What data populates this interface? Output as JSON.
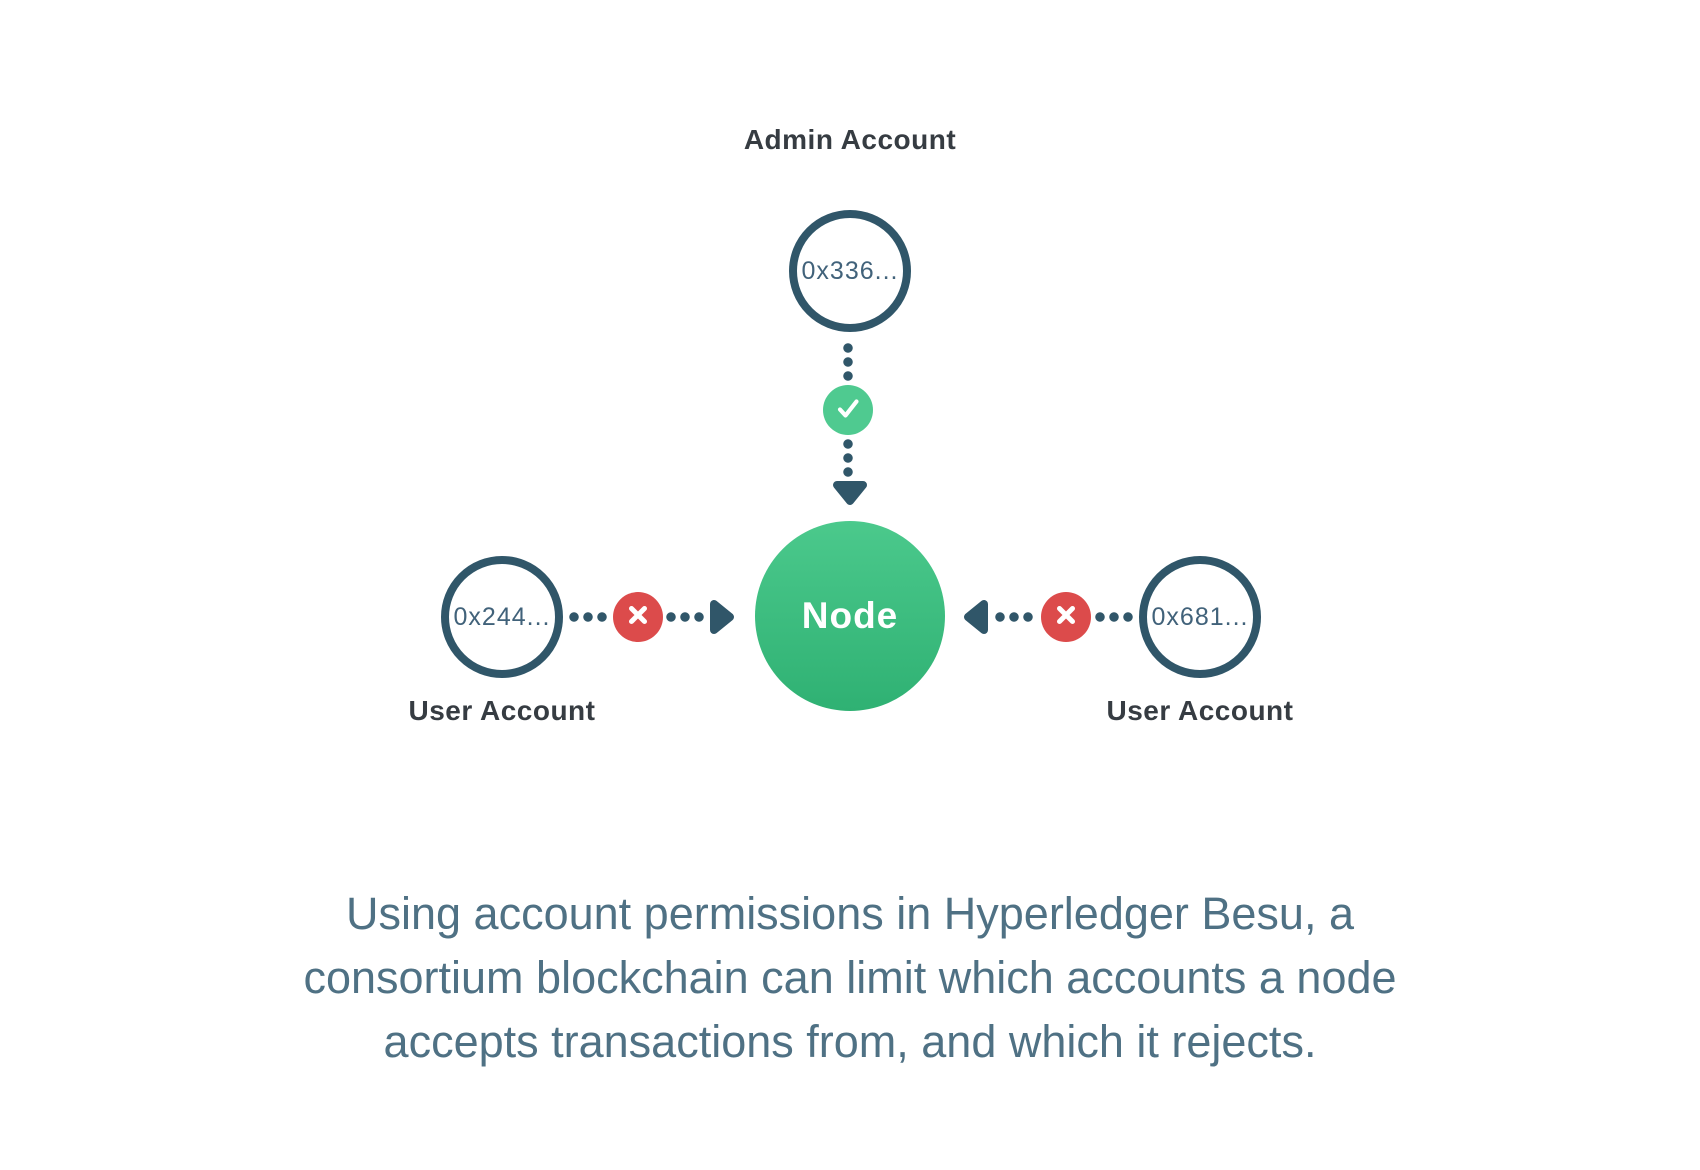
{
  "diagram": {
    "admin": {
      "label": "Admin Account",
      "address": "0x336...",
      "status": "accepted",
      "status_icon": "check-icon"
    },
    "node": {
      "label": "Node"
    },
    "left_user": {
      "label": "User Account",
      "address": "0x244...",
      "status": "rejected",
      "status_icon": "x-icon"
    },
    "right_user": {
      "label": "User Account",
      "address": "0x681...",
      "status": "rejected",
      "status_icon": "x-icon"
    }
  },
  "caption": {
    "lines": [
      "Using account permissions in Hyperledger Besu, a",
      "consortium blockchain can limit which accounts a node",
      "accepts transactions from, and which it rejects."
    ]
  },
  "colors": {
    "slate_line": "#305669",
    "label_text": "#363c42",
    "address_text": "#41627a",
    "node_green_top": "#4bc98c",
    "node_green_bottom": "#2fb173",
    "accept_green": "#4fca90",
    "reject_red": "#dc4b4b",
    "caption_text": "#4f7184",
    "background": "#ffffff"
  }
}
